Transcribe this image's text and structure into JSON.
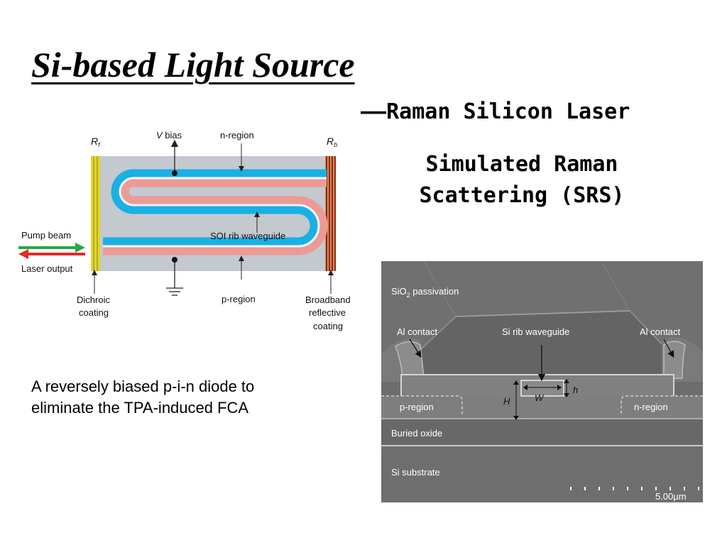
{
  "slide": {
    "title": "Si-based Light Source",
    "subtitle": "——Raman Silicon Laser",
    "srs_line1": "Simulated Raman",
    "srs_line2": "Scattering (SRS)",
    "caption_line1": "A reversely biased p-i-n diode to",
    "caption_line2": "eliminate the TPA-induced FCA"
  },
  "diagram": {
    "rf": "R",
    "rf_sub": "f",
    "rb": "R",
    "rb_sub": "b",
    "vbias_v": "V",
    "vbias_rest": " bias",
    "n_region": "n-region",
    "p_region": "p-region",
    "waveguide": "SOI rib waveguide",
    "pump_beam": "Pump beam",
    "laser_output": "Laser output",
    "dichroic_1": "Dichroic",
    "dichroic_2": "coating",
    "broadband_1": "Broadband",
    "broadband_2": "reflective",
    "broadband_3": "coating",
    "colors": {
      "body": "#c4c8cf",
      "n_stripe": "#1ab0e4",
      "p_stripe": "#ec9a96",
      "dichroic": "#e2d52a",
      "reflective": "#b24a22",
      "pump_arrow": "#27a845",
      "laser_arrow": "#e22a2a"
    }
  },
  "sem": {
    "sio2_main": "SiO",
    "sio2_sub": "2",
    "sio2_rest": " passivation",
    "al_left": "Al contact",
    "al_right": "Al contact",
    "si_rib": "Si rib waveguide",
    "w": "W",
    "h_small": "h",
    "h_big": "H",
    "p_region": "p-region",
    "n_region": "n-region",
    "buried_oxide": "Buried oxide",
    "si_substrate": "Si substrate",
    "scale": "5.00µm"
  }
}
